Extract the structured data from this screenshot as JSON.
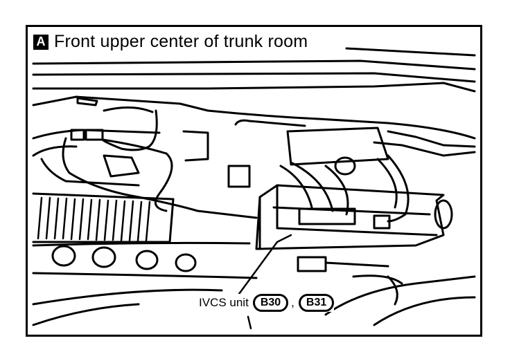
{
  "panel": {
    "badge": "A",
    "title": "Front upper center of trunk room"
  },
  "callout": {
    "label": "IVCS unit",
    "connectors": [
      "B30",
      "B31"
    ],
    "separator": ","
  }
}
